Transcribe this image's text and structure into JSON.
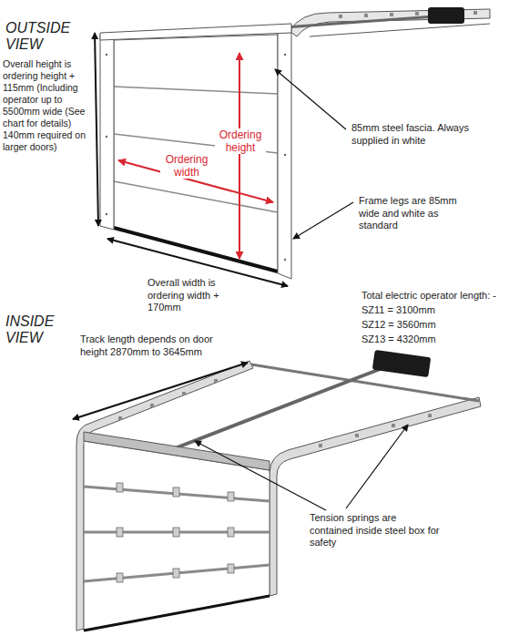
{
  "diagram": {
    "labels": [
      "OUTSIDE VIEW",
      "Overall height is ordering height + 115mm (Including operator up to 5500mm wide (See chart for details) 140mm required on larger doors)",
      "Ordering height",
      "Ordering width",
      "85mm steel fascia. Always supplied in white",
      "Frame legs are 85mm wide and white as standard",
      "Overall width is ordering width + 170mm",
      "INSIDE VIEW",
      "Track length depends on door height 2870mm to 3645mm",
      "Total electric operator length: -",
      "SZ11 = 3100mm",
      "SZ12 = 3560mm",
      "SZ13 = 4320mm",
      "Tension springs are contained inside steel box for safety"
    ]
  }
}
